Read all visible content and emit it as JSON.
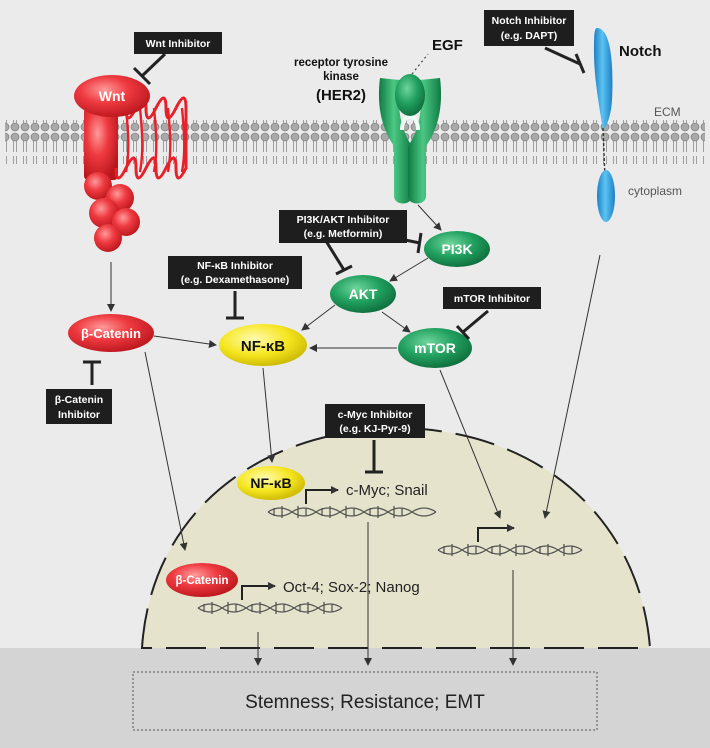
{
  "membrane": {
    "ecm_label": "ECM",
    "cytoplasm_label": "cytoplasm"
  },
  "receptors": {
    "wnt": "Wnt",
    "egf": "EGF",
    "rtk_line1": "receptor tyrosine",
    "rtk_line2": "kinase",
    "her2": "(HER2)",
    "notch": "Notch"
  },
  "nodes": {
    "beta_catenin": "β-Catenin",
    "nfkb": "NF-κB",
    "pi3k": "PI3K",
    "akt": "AKT",
    "mtor": "mTOR",
    "nuclear_nfkb": "NF-κB",
    "nuclear_beta_catenin": "β-Catenin"
  },
  "inhibitors": {
    "wnt": [
      "Wnt Inhibitor"
    ],
    "notch": [
      "Notch Inhibitor",
      "(e.g. DAPT)"
    ],
    "pi3k_akt": [
      "PI3K/AKT Inhibitor",
      "(e.g. Metformin)"
    ],
    "nfkb": [
      "NF-κB Inhibitor",
      "(e.g. Dexamethasone)"
    ],
    "mtor": [
      "mTOR Inhibitor"
    ],
    "beta_catenin": [
      "β-Catenin",
      "Inhibitor"
    ],
    "cmyc": [
      "c-Myc Inhibitor",
      "(e.g. KJ-Pyr-9)"
    ]
  },
  "genes": {
    "cmyc_snail": "c-Myc; Snail",
    "oct_sox_nanog": "Oct-4; Sox-2; Nanog"
  },
  "outcome": "Stemness; Resistance; EMT",
  "colors": {
    "wnt_red": "#e8202a",
    "egfr_green": "#1f9e5a",
    "notch_blue": "#2aa0de",
    "nfkb_yellow": "#f5e51a",
    "nucleus_fill": "#e6e3cc",
    "background": "#ebebeb",
    "bottom_band": "#d4d4d4",
    "inhibitor_box": "#1e1e1e"
  }
}
